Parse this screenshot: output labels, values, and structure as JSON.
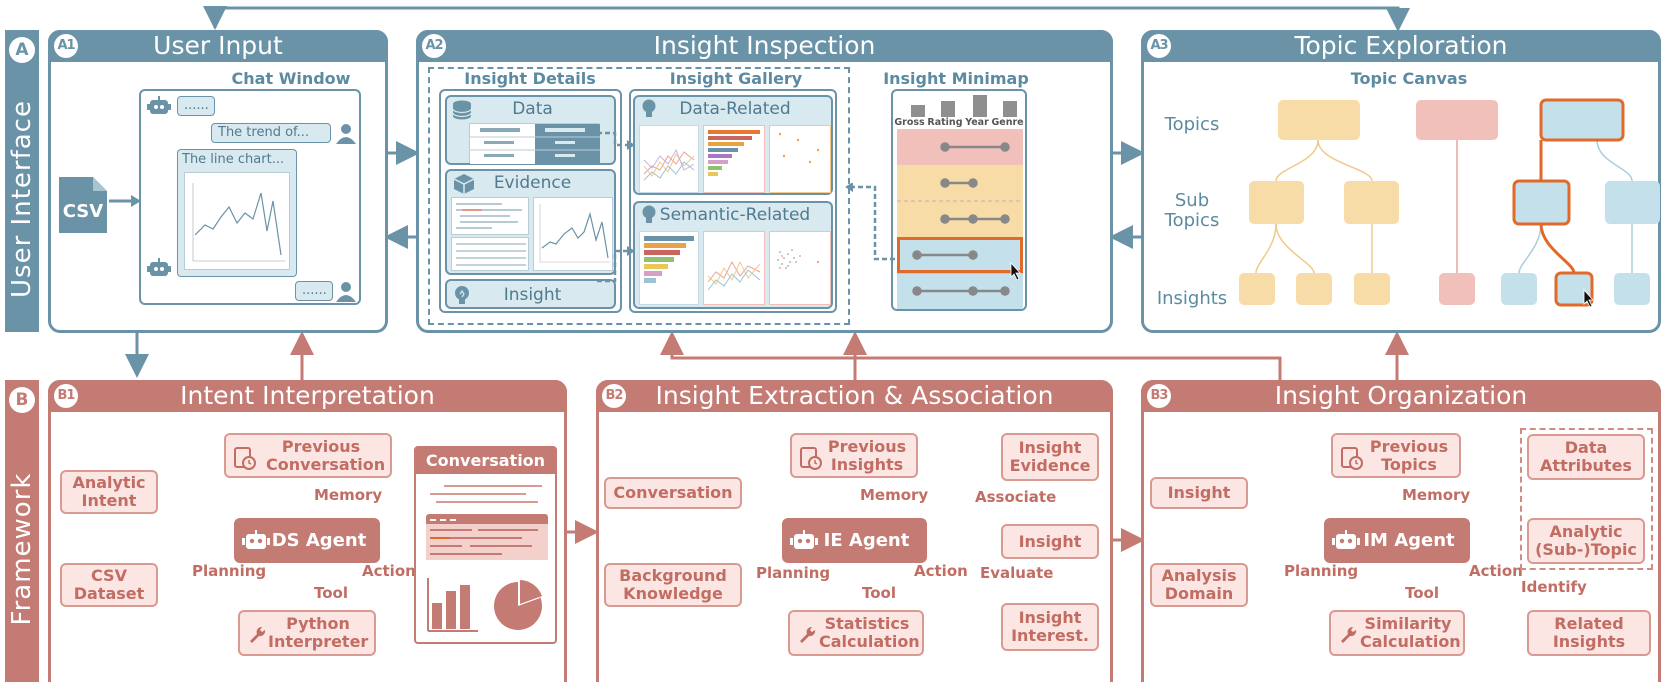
{
  "section_a": {
    "letter": "A",
    "label": "User Interface"
  },
  "section_b": {
    "letter": "B",
    "label": "Framework"
  },
  "a1": {
    "badge": "A1",
    "title": "User Input",
    "chat_window_title": "Chat Window",
    "csv_label": "CSV",
    "bubble_1": "......",
    "bubble_2": "The trend of...",
    "bubble_3": "The line chart...",
    "bubble_4": "......"
  },
  "a2": {
    "badge": "A2",
    "title": "Insight Inspection",
    "details_title": "Insight Details",
    "gallery_title": "Insight Gallery",
    "minimap_title": "Insight Minimap",
    "data_label": "Data",
    "evidence_label": "Evidence",
    "insight_label": "Insight",
    "data_related_label": "Data-Related",
    "semantic_related_label": "Semantic-Related",
    "minimap_bars": [
      "Gross",
      "Rating",
      "Year",
      "Genre"
    ]
  },
  "a3": {
    "badge": "A3",
    "title": "Topic Exploration",
    "canvas_title": "Topic Canvas",
    "row_topics": "Topics",
    "row_sub_topics": "Sub Topics",
    "row_insights": "Insights"
  },
  "b1": {
    "badge": "B1",
    "title": "Intent Interpretation",
    "input_1": "Analytic Intent",
    "input_2": "CSV Dataset",
    "memory_box": "Previous Conversation",
    "tool_box": "Python Interpreter",
    "agent": "DS Agent",
    "memory": "Memory",
    "planning": "Planning",
    "tool": "Tool",
    "action": "Action",
    "output_title": "Conversation"
  },
  "b2": {
    "badge": "B2",
    "title": "Insight Extraction & Association",
    "input_1": "Conversation",
    "input_2": "Background Knowledge",
    "memory_box": "Previous Insights",
    "tool_box": "Statistics Calculation",
    "agent": "IE Agent",
    "memory": "Memory",
    "planning": "Planning",
    "tool": "Tool",
    "action": "Action",
    "out_1": "Insight Evidence",
    "out_2": "Insight",
    "out_3": "Insight Interest.",
    "associate": "Associate",
    "evaluate": "Evaluate"
  },
  "b3": {
    "badge": "B3",
    "title": "Insight Organization",
    "input_1": "Insight",
    "input_2": "Analysis Domain",
    "memory_box": "Previous Topics",
    "tool_box": "Similarity Calculation",
    "agent": "IM Agent",
    "memory": "Memory",
    "planning": "Planning",
    "tool": "Tool",
    "action": "Action",
    "out_1": "Data Attributes",
    "out_2": "Analytic (Sub-)Topic",
    "out_3": "Related Insights",
    "identify": "Identify"
  },
  "colors": {
    "ui_blue": "#6a93a7",
    "framework_red": "#c47b73",
    "topic_orange": "#f8dca8",
    "topic_pink": "#f2c0bb",
    "topic_blue": "#c4e0ea",
    "highlight": "#e06a2a"
  }
}
